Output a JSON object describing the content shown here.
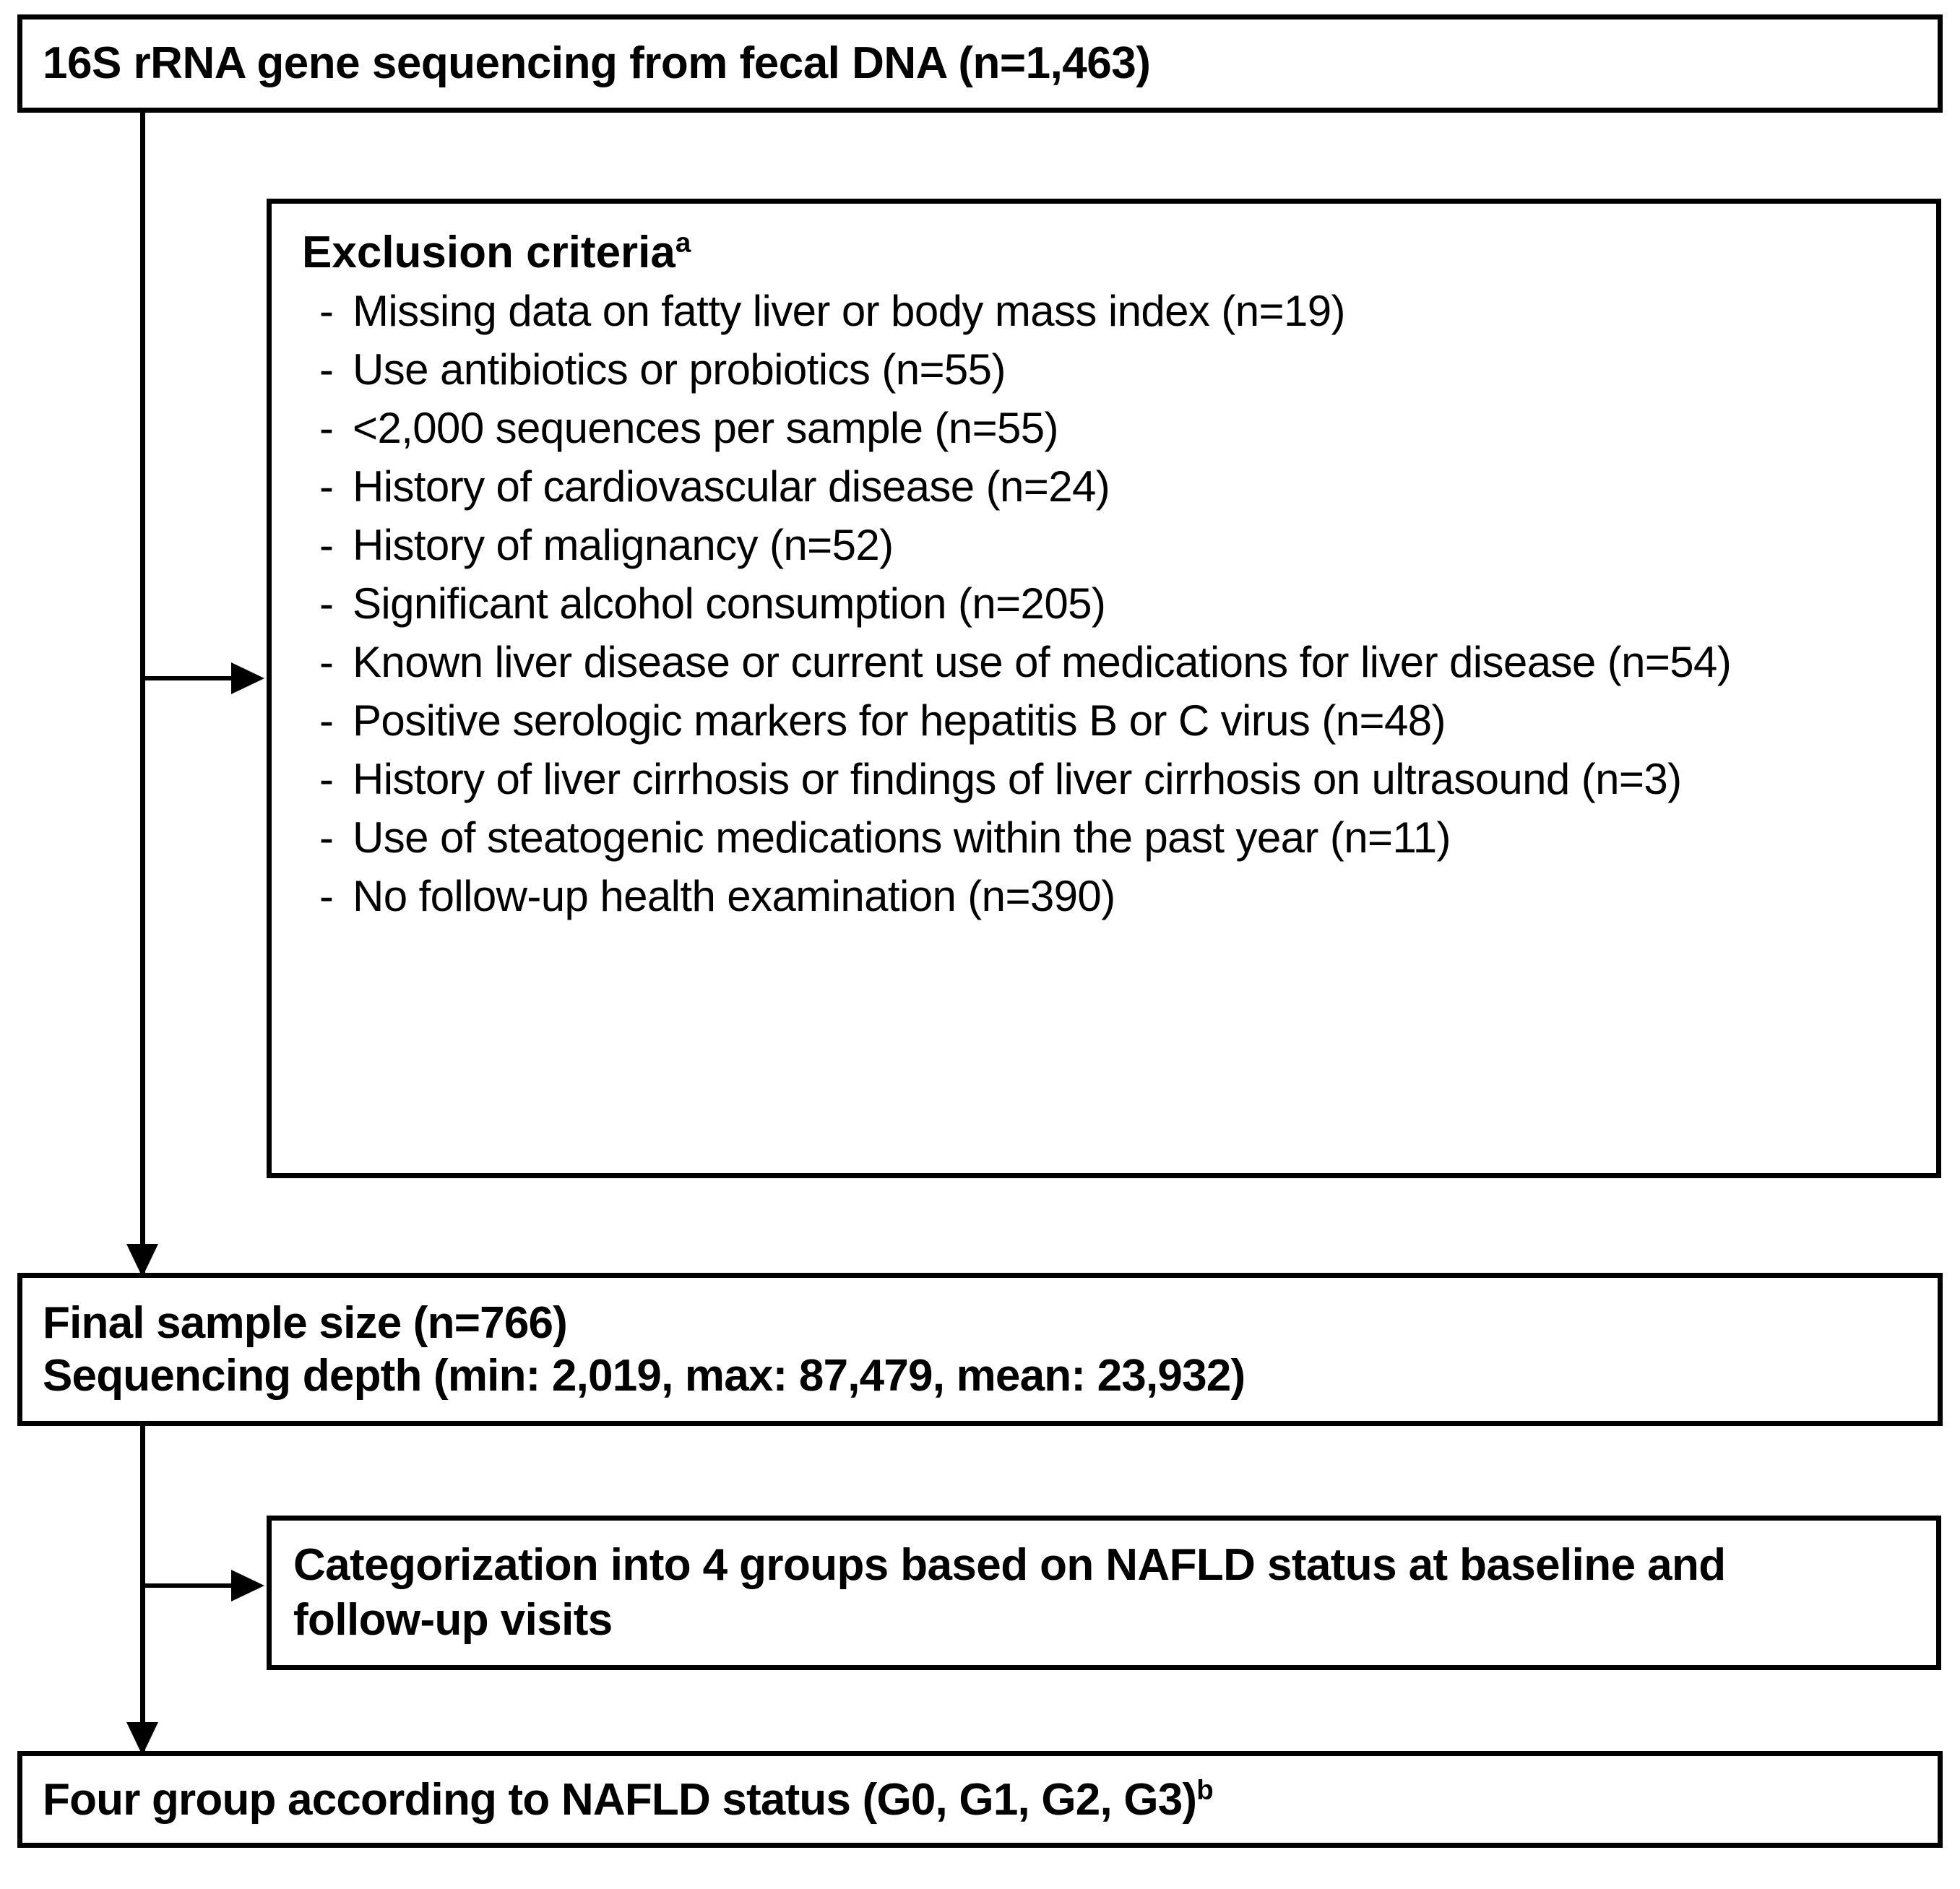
{
  "figure": {
    "type": "study-flow-diagram",
    "title": "Participant flow diagram for 16S rRNA fecal microbiome NAFLD study"
  },
  "boxes": {
    "source": {
      "label": "16S rRNA gene sequencing from fecal DNA (n=1,463)",
      "n": 1463
    },
    "exclusion": {
      "title": "Exclusion criteria",
      "title_superscript": "a",
      "dash": "-",
      "items": [
        {
          "text": "Missing data on fatty liver or body mass index (n=19)",
          "n": 19
        },
        {
          "text": "Use antibiotics or probiotics (n=55)",
          "n": 55
        },
        {
          "text": "<2,000 sequences per sample (n=55)",
          "n": 55
        },
        {
          "text": "History of cardiovascular disease (n=24)",
          "n": 24
        },
        {
          "text": "History of malignancy (n=52)",
          "n": 52
        },
        {
          "text": "Significant alcohol consumption (n=205)",
          "n": 205
        },
        {
          "text": "Known liver disease or current use of medications for liver disease (n=54)",
          "n": 54
        },
        {
          "text": "Positive serologic markers for hepatitis B or C virus (n=48)",
          "n": 48
        },
        {
          "text": "History of liver cirrhosis or findings of liver cirrhosis on ultrasound (n=3)",
          "n": 3
        },
        {
          "text": "Use of steatogenic medications within the past year (n=11)",
          "n": 11
        },
        {
          "text": "No follow-up health examination (n=390)",
          "n": 390
        }
      ]
    },
    "final_sample": {
      "line1": "Final sample size (n=766)",
      "line2": "Sequencing depth (min: 2,019, max: 87,479, mean: 23,932)",
      "n": 766,
      "depth_min": 2019,
      "depth_max": 87479,
      "depth_mean": 23932
    },
    "categorization": {
      "text": "Categorization into 4 groups based on NAFLD status at baseline and follow-up visits",
      "groups": 4
    },
    "four_groups": {
      "text": "Four group according to NAFLD status (G0, G1, G2, G3)",
      "superscript": "b",
      "group_labels": [
        "G0",
        "G1",
        "G2",
        "G3"
      ]
    }
  },
  "colors": {
    "stroke": "#000000",
    "background": "#ffffff",
    "text": "#000000"
  }
}
